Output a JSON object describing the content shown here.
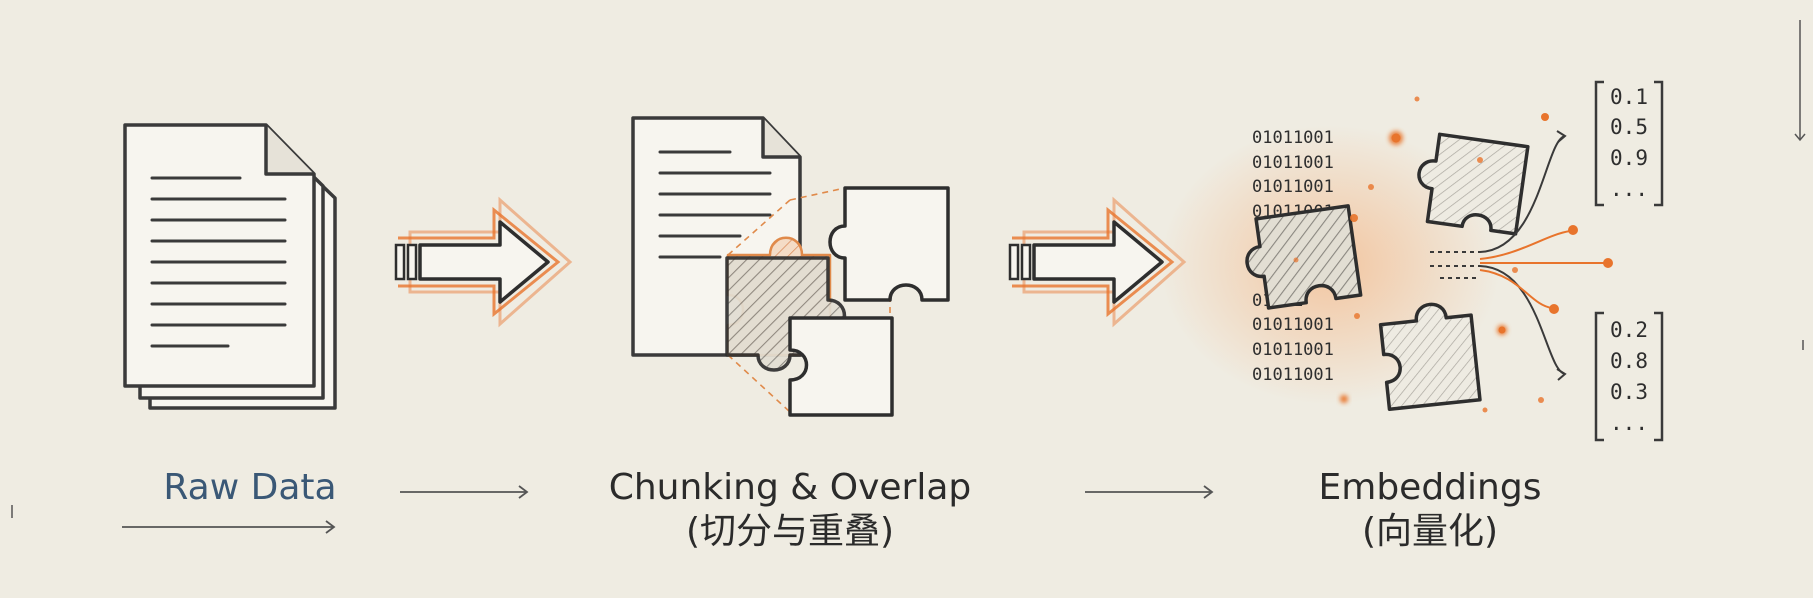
{
  "stages": {
    "raw": {
      "label": "Raw Data"
    },
    "chunking": {
      "label": "Chunking & Overlap",
      "sub_label": "(切分与重叠)"
    },
    "embeddings": {
      "label": "Embeddings",
      "sub_label": "(向量化)"
    }
  },
  "binary_top": [
    "01011001",
    "01011001",
    "01011001",
    "01011001"
  ],
  "binary_ellipsis": "...",
  "binary_bottom": [
    "01011",
    "01011001",
    "01011001",
    "01011001"
  ],
  "vector_top": [
    "0.1",
    "0.5",
    "0.9",
    "..."
  ],
  "vector_bottom": [
    "0.2",
    "0.8",
    "0.3",
    "..."
  ],
  "colors": {
    "background": "#efece2",
    "ink": "#3a3a3a",
    "accent": "#e8742c",
    "raw_label": "#3a5876"
  },
  "icons": [
    "document-stack-icon",
    "arrow-right-icon",
    "puzzle-piece-icon",
    "document-icon"
  ]
}
